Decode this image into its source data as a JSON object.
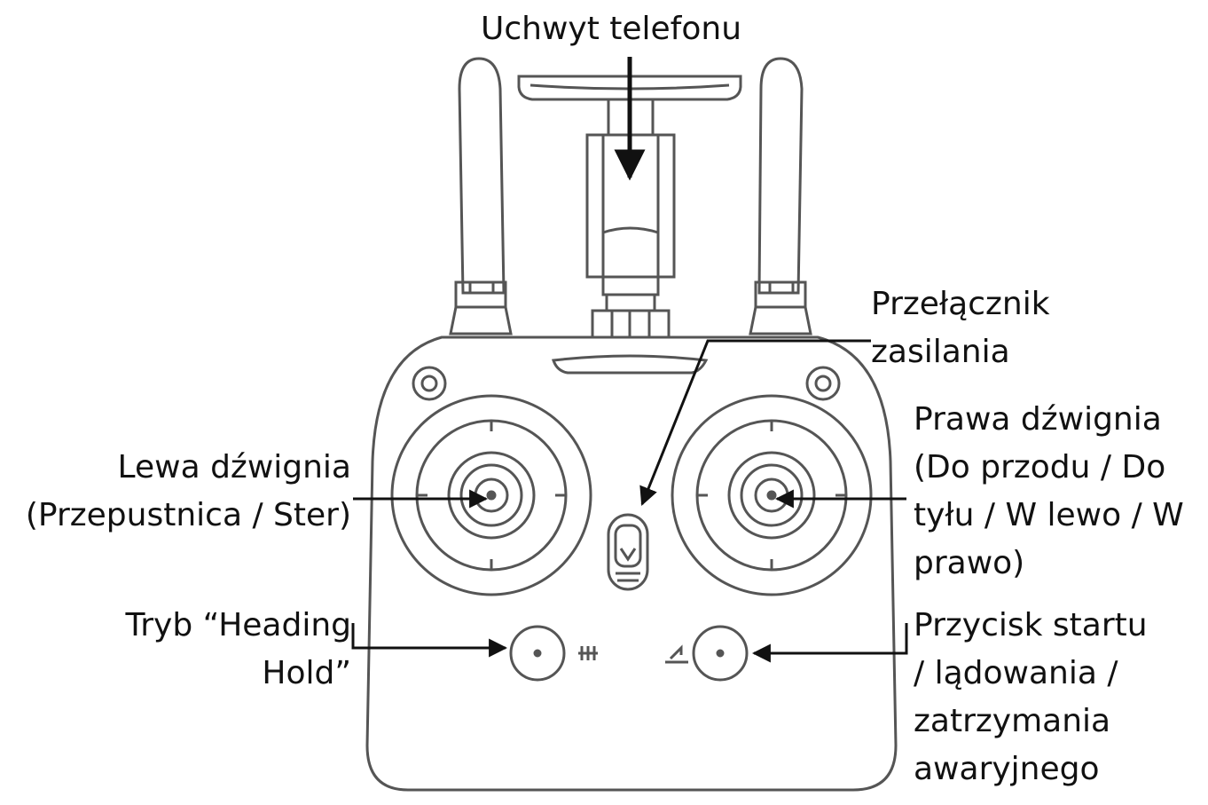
{
  "labels": {
    "phone_holder": "Uchwyt telefonu",
    "power_switch": [
      "Przełącznik",
      "zasilania"
    ],
    "left_stick": [
      "Lewa dźwignia",
      "(Przepustnica / Ster)"
    ],
    "right_stick": [
      "Prawa dźwignia",
      "(Do przodu / Do",
      "tyłu / W lewo / W",
      "prawo)"
    ],
    "heading_hold": [
      "Tryb “Heading",
      "Hold”"
    ],
    "takeoff_button": [
      "Przycisk startu",
      "/ lądowania /",
      "zatrzymania",
      "awaryjnego"
    ]
  },
  "colors": {
    "line": "#555555",
    "arrow": "#111111",
    "text": "#111111",
    "background": "#ffffff"
  }
}
